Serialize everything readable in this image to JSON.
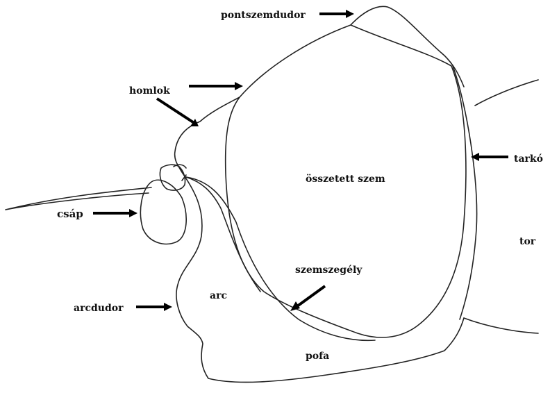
{
  "diagram": {
    "labels": {
      "pontszemdudor": "pontszemdudor",
      "homlok": "homlok",
      "tarko": "tarkó",
      "osszetett_szem": "összetett szem",
      "csap": "csáp",
      "tor": "tor",
      "szemszegely": "szemszegély",
      "arc": "arc",
      "arcdudor": "arcdudor",
      "pofa": "pofa"
    },
    "colors": {
      "outline": "#222222",
      "arrow": "#000000",
      "text": "#111111",
      "background": "#ffffff"
    }
  }
}
